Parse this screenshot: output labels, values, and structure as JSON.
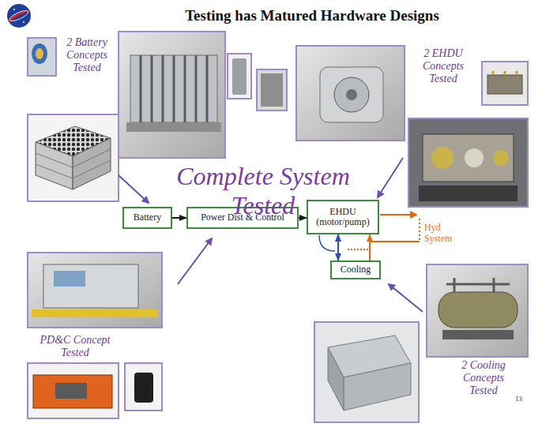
{
  "diagram": {
    "title": "Testing has Matured Hardware Designs",
    "nodes": [
      {
        "text": [
          "Battery"
        ]
      },
      {
        "text": [
          "Power Dist & Control"
        ]
      },
      {
        "text": [
          "EHDU (motor/pump)"
        ]
      },
      {
        "text": [
          "Cooling"
        ]
      }
    ],
    "edges": [
      {
        "from": 0,
        "to": 1,
        "arrow": "to"
      },
      {
        "from": 1,
        "to": 2,
        "arrow": "to"
      },
      {
        "from": 2,
        "to": 3,
        "arrow": "both"
      },
      {
        "from": 3,
        "to": 2,
        "arrow": "to"
      }
    ],
    "labels": [
      "2 Battery Concepts Tested",
      "2 EHDU Concepts Tested",
      "Complete System Tested",
      "Hyd System",
      "PD&C Concept Tested",
      "2 Cooling Concepts Tested",
      "13"
    ]
  }
}
